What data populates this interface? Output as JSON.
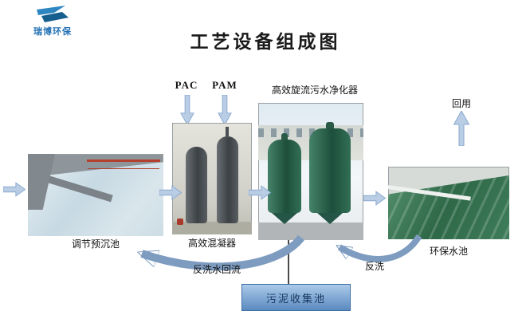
{
  "brand": "瑞博环保",
  "title": "工艺设备组成图",
  "dosing": {
    "pac": "PAC",
    "pam": "PAM"
  },
  "labels": {
    "purifier": "高效旋流污水净化器",
    "pool1": "调节预沉池",
    "coagulator": "高效混凝器",
    "eco_pool": "环保水池",
    "reuse": "回用",
    "backwash_return": "反洗水回流",
    "backwash": "反洗",
    "sludge": "污泥收集池"
  },
  "colors": {
    "brand_blue": "#2573b5",
    "arrow_fill": "#b9cde5",
    "arrow_stroke": "#8aa9cf",
    "curved_arrow": "#7e9cc0",
    "sludge_top": "#aacae9",
    "sludge_bottom": "#5b8ac0",
    "tank_green": "#2e6847",
    "tank_gray": "#3c4145"
  }
}
